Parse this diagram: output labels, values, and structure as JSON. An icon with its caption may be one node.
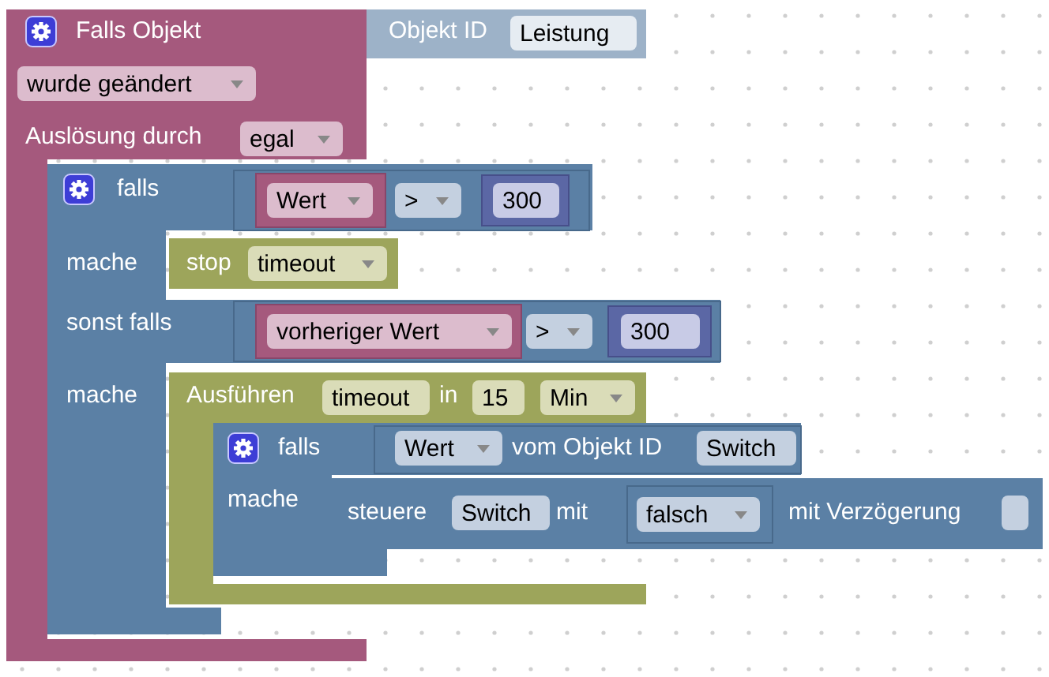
{
  "diagram": {
    "nodes": [
      {
        "text": [
          "Falls Objekt",
          "Auslösung durch"
        ]
      },
      {
        "text": [
          "Objekt ID"
        ]
      },
      {
        "text": [
          "Leistung"
        ],
        "in": 1
      },
      {
        "text": [
          "wurde geändert"
        ],
        "in": 0
      },
      {
        "text": [
          "egal"
        ],
        "in": 0
      },
      {
        "text": [
          "falls",
          "mache",
          "sonst falls",
          "mache"
        ]
      },
      {
        "text": [],
        "shape": "box",
        "in": 5
      },
      {
        "text": [],
        "shape": "box",
        "in": 6
      },
      {
        "text": [
          "Wert"
        ],
        "in": 7
      },
      {
        "text": [
          ">"
        ],
        "in": 6
      },
      {
        "text": [],
        "shape": "box",
        "in": 6
      },
      {
        "text": [
          "300"
        ],
        "in": 10
      },
      {
        "text": [
          "stop"
        ],
        "in": 5
      },
      {
        "text": [
          "timeout"
        ],
        "in": 12
      },
      {
        "text": [],
        "shape": "box",
        "in": 5
      },
      {
        "text": [],
        "shape": "box",
        "in": 14
      },
      {
        "text": [
          "vorheriger Wert"
        ],
        "in": 15
      },
      {
        "text": [
          ">"
        ],
        "in": 14
      },
      {
        "text": [],
        "shape": "box",
        "in": 14
      },
      {
        "text": [
          "300"
        ],
        "in": 18
      },
      {
        "text": [
          "Ausführen",
          "in"
        ],
        "in": 5
      },
      {
        "text": [
          "timeout"
        ],
        "in": 20
      },
      {
        "text": [
          "15"
        ],
        "in": 20
      },
      {
        "text": [
          "Min"
        ],
        "in": 20
      },
      {
        "text": [
          "falls",
          "mache"
        ]
      },
      {
        "text": [
          "vom Objekt ID"
        ],
        "in": 24
      },
      {
        "text": [
          "Wert"
        ]
      },
      {
        "text": [
          "Switch"
        ],
        "in": 25
      },
      {
        "text": [
          "steuere",
          "mit",
          "mit Verzögerung"
        ]
      },
      {
        "text": [
          "Switch"
        ]
      },
      {
        "text": [],
        "shape": "box"
      },
      {
        "text": [
          "falsch"
        ],
        "in": 30
      }
    ]
  }
}
